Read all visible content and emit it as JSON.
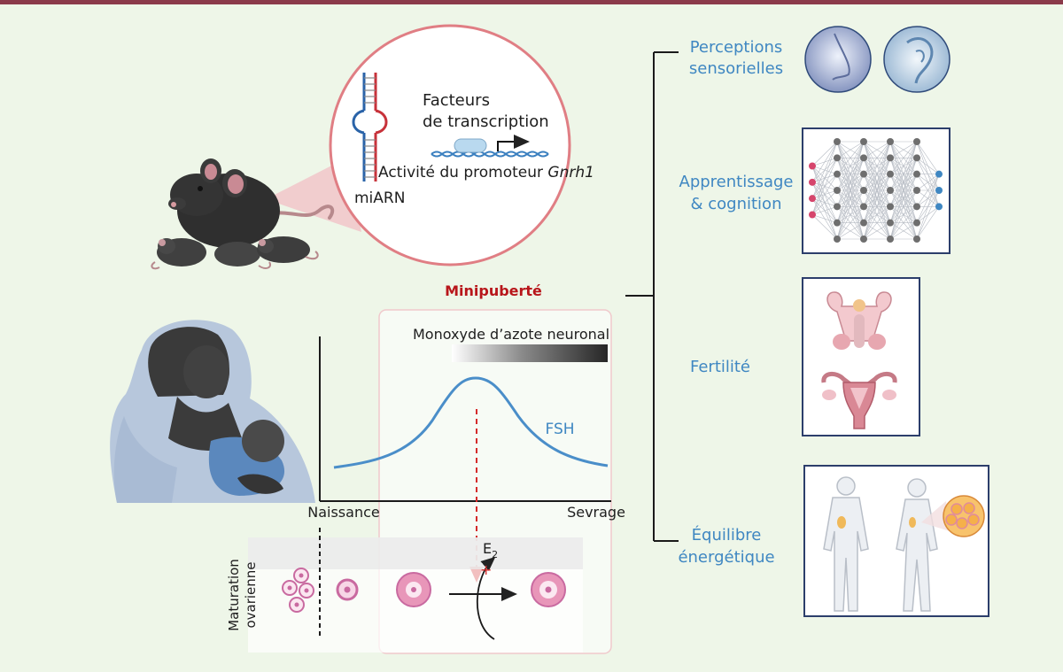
{
  "colors": {
    "background": "#eef6e8",
    "top_bar": "#8b3a4a",
    "accent_blue": "#3f87c2",
    "minipuberty_red": "#b8161b",
    "circle_outline": "#e07e84",
    "follicle_pink": "#c96aa0"
  },
  "inset": {
    "transcription_factors_line1": "Facteurs",
    "transcription_factors_line2": "de transcription",
    "promoter_activity_prefix": "Activité du promoteur ",
    "promoter_gene": "Gnrh1",
    "mirna_label": "miARN"
  },
  "graph": {
    "title": "Minipuberté",
    "nitric_oxide_label": "Monoxyde d’azote neuronal",
    "fsh_label": "FSH",
    "x_start_label": "Naissance",
    "x_end_label": "Sevrage",
    "estradiol_letter": "E",
    "estradiol_subscript": "2",
    "plus_sign": "+"
  },
  "ovary": {
    "label_line1": "Maturation",
    "label_line2": "ovarienne"
  },
  "outcomes": [
    {
      "line1": "Perceptions",
      "line2": "sensorielles",
      "icon": "nose-ear-icon"
    },
    {
      "line1": "Apprentissage",
      "line2": "& cognition",
      "icon": "neural-network-icon"
    },
    {
      "line1": "Fertilité",
      "line2": "",
      "icon": "reproductive-organs-icon"
    },
    {
      "line1": "Équilibre",
      "line2": "énergétique",
      "icon": "human-bodies-icon"
    }
  ]
}
